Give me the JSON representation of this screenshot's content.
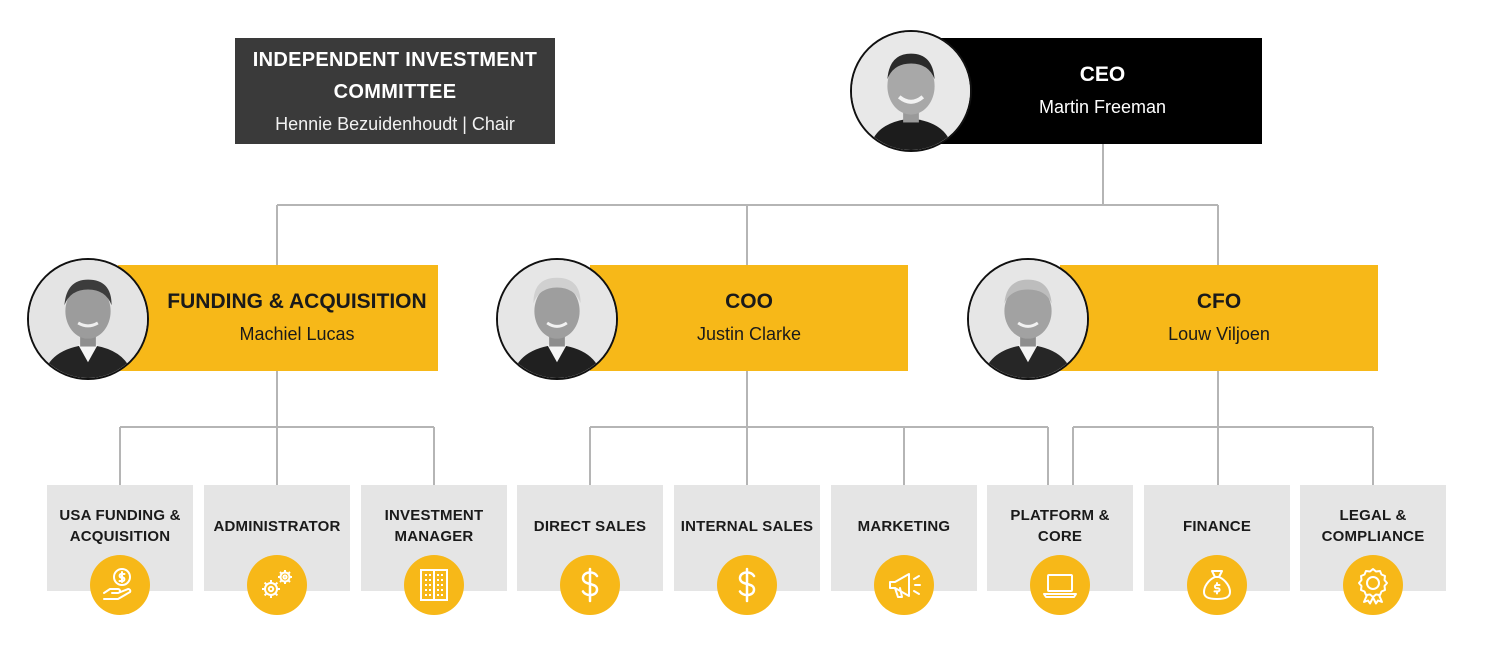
{
  "committee": {
    "title": "INDEPENDENT INVESTMENT COMMITTEE",
    "member": "Hennie Bezuidenhoudt | Chair"
  },
  "ceo": {
    "role": "CEO",
    "name": "Martin Freeman"
  },
  "leads": [
    {
      "role": "FUNDING & ACQUISITION",
      "name": "Machiel Lucas"
    },
    {
      "role": "COO",
      "name": "Justin Clarke"
    },
    {
      "role": "CFO",
      "name": "Louw Viljoen"
    }
  ],
  "departments": [
    {
      "label": "USA FUNDING & ACQUISITION",
      "icon": "hand-coin-icon"
    },
    {
      "label": "ADMINISTRATOR",
      "icon": "gears-icon"
    },
    {
      "label": "INVESTMENT MANAGER",
      "icon": "building-icon"
    },
    {
      "label": "DIRECT SALES",
      "icon": "dollar-icon"
    },
    {
      "label": "INTERNAL SALES",
      "icon": "dollar-icon"
    },
    {
      "label": "MARKETING",
      "icon": "megaphone-icon"
    },
    {
      "label": "PLATFORM & CORE",
      "icon": "laptop-icon"
    },
    {
      "label": "FINANCE",
      "icon": "money-bag-icon"
    },
    {
      "label": "LEGAL & COMPLIANCE",
      "icon": "award-ribbon-icon"
    }
  ],
  "colors": {
    "accent": "#f7b818",
    "ceo_box": "#000000",
    "committee_box": "#3a3a3a",
    "department_box": "#e5e5e5",
    "connector": "#b5b5b5"
  }
}
